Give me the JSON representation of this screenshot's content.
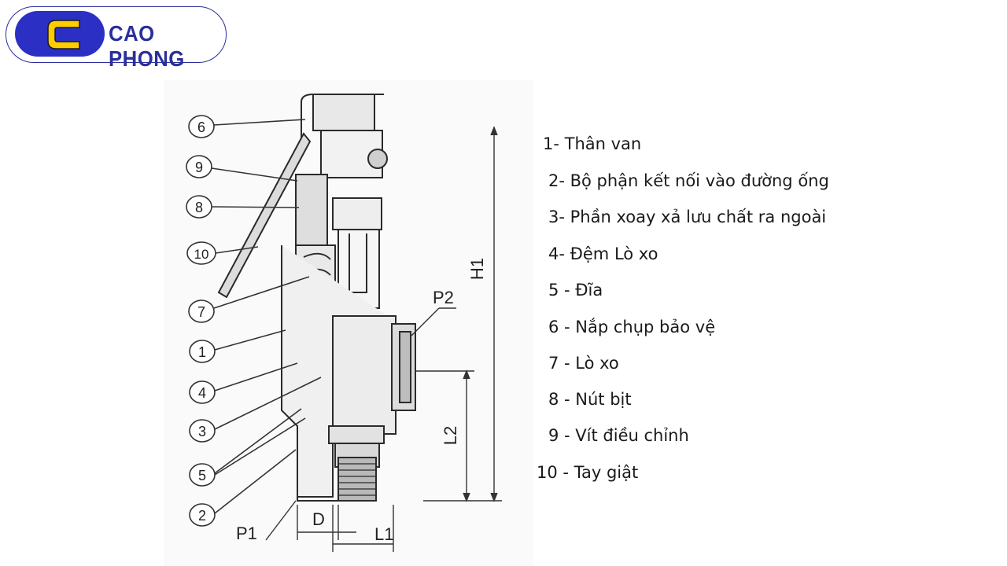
{
  "brand": {
    "name": "CAO PHONG",
    "logo_letter": "C",
    "colors": {
      "blue": "#2b2fc4",
      "yellow": "#ffcc00",
      "outline": "#2a2f9c"
    }
  },
  "diagram": {
    "callouts": [
      "6",
      "9",
      "8",
      "10",
      "7",
      "1",
      "4",
      "3",
      "5",
      "2"
    ],
    "dimension_labels": {
      "h1": "H1",
      "l2": "L2",
      "p2": "P2",
      "p1": "P1",
      "d": "D",
      "l1": "L1"
    }
  },
  "legend": {
    "items": [
      "1- Thân van",
      "2- Bộ phận kết nối vào đường ống",
      "3- Phần xoay xả lưu chất ra ngoài",
      "4- Đệm Lò xo",
      "5 - Đĩa",
      "6 - Nắp chụp bảo vệ",
      "7 - Lò xo",
      "8 - Nút bịt",
      "9 - Vít điều chỉnh",
      "10 - Tay giật"
    ]
  }
}
